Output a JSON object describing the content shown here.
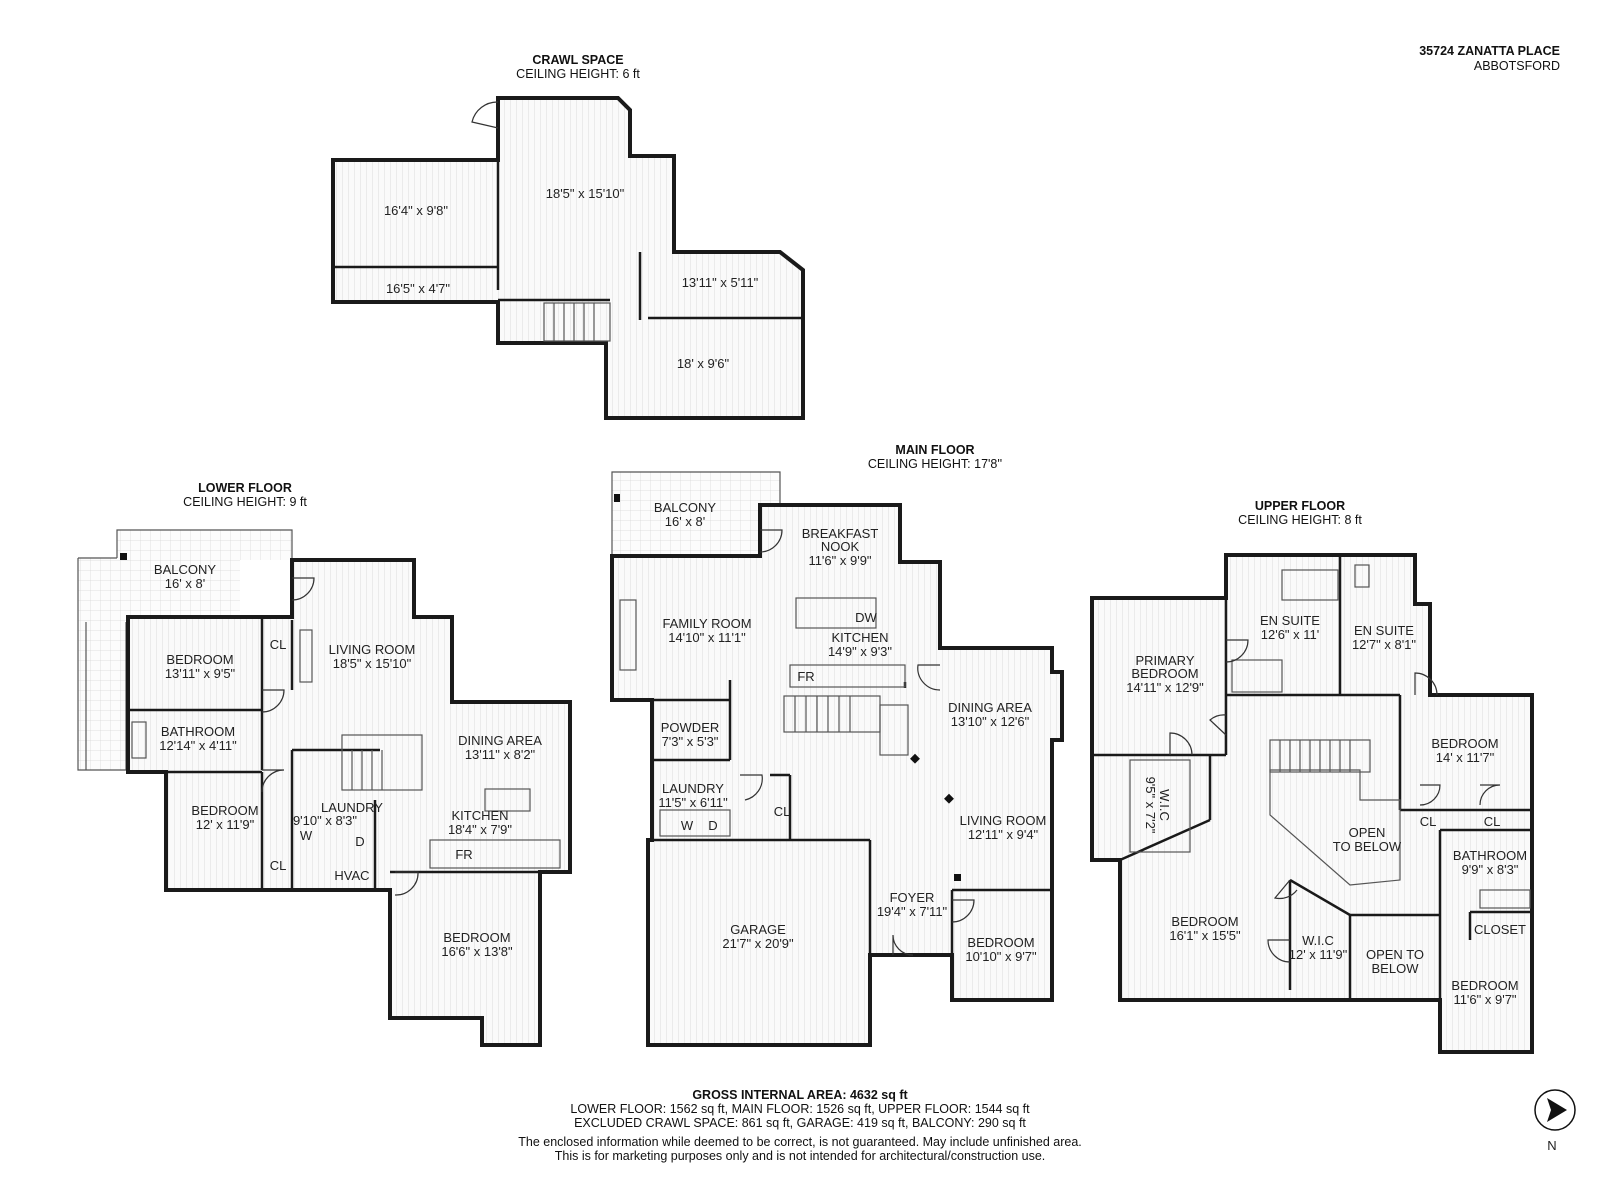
{
  "address": {
    "line1": "35724 ZANATTA PLACE",
    "line2": "ABBOTSFORD"
  },
  "crawl": {
    "title": "CRAWL SPACE",
    "ceiling": "CEILING HEIGHT: 6 ft",
    "rooms": [
      "16'4\" x 9'8\"",
      "18'5\" x 15'10\"",
      "16'5\" x 4'7\"",
      "13'11\" x 5'11\"",
      "18' x 9'6\""
    ]
  },
  "lower": {
    "title": "LOWER FLOOR",
    "ceiling": "CEILING HEIGHT: 9 ft",
    "balcony": {
      "name": "BALCONY",
      "dim": "16' x 8'"
    },
    "bedroom1": {
      "name": "BEDROOM",
      "dim": "13'11\" x 9'5\""
    },
    "living": {
      "name": "LIVING ROOM",
      "dim": "18'5\" x 15'10\""
    },
    "bathroom": {
      "name": "BATHROOM",
      "dim": "12'14\" x 4'11\""
    },
    "dining": {
      "name": "DINING AREA",
      "dim": "13'11\" x 8'2\""
    },
    "bedroom2": {
      "name": "BEDROOM",
      "dim": "12' x 11'9\""
    },
    "laundry": {
      "name": "LAUNDRY",
      "dim": "9'10\" x 8'3\""
    },
    "kitchen": {
      "name": "KITCHEN",
      "dim": "18'4\" x 7'9\""
    },
    "bedroom3": {
      "name": "BEDROOM",
      "dim": "16'6\" x 13'8\""
    },
    "cl": "CL",
    "w": "W",
    "d": "D",
    "fr": "FR",
    "hvac": "HVAC"
  },
  "main": {
    "title": "MAIN FLOOR",
    "ceiling": "CEILING HEIGHT: 17'8''",
    "balcony": {
      "name": "BALCONY",
      "dim": "16' x 8'"
    },
    "nook": {
      "name1": "BREAKFAST",
      "name2": "NOOK",
      "dim": "11'6\" x 9'9\""
    },
    "family": {
      "name": "FAMILY ROOM",
      "dim": "14'10\" x 11'1\""
    },
    "kitchen": {
      "name": "KITCHEN",
      "dim": "14'9\" x 9'3\""
    },
    "dining": {
      "name": "DINING AREA",
      "dim": "13'10\" x 12'6\""
    },
    "powder": {
      "name": "POWDER",
      "dim": "7'3\" x 5'3\""
    },
    "laundry": {
      "name": "LAUNDRY",
      "dim": "11'5\" x 6'11\""
    },
    "living": {
      "name": "LIVING ROOM",
      "dim": "12'11\" x 9'4\""
    },
    "garage": {
      "name": "GARAGE",
      "dim": "21'7\" x 20'9\""
    },
    "foyer": {
      "name": "FOYER",
      "dim": "19'4\" x 7'11\""
    },
    "bedroom": {
      "name": "BEDROOM",
      "dim": "10'10\" x 9'7\""
    },
    "dw": "DW",
    "fr": "FR",
    "cl": "CL",
    "w": "W",
    "d": "D"
  },
  "upper": {
    "title": "UPPER FLOOR",
    "ceiling": "CEILING HEIGHT: 8 ft",
    "primary": {
      "name1": "PRIMARY",
      "name2": "BEDROOM",
      "dim": "14'11\" x 12'9\""
    },
    "ensuite1": {
      "name": "EN SUITE",
      "dim": "12'6\" x 11'"
    },
    "ensuite2": {
      "name": "EN SUITE",
      "dim": "12'7\" x 8'1\""
    },
    "wic1": {
      "name": "W.I.C",
      "dim": "9'5\" x 7'2\""
    },
    "bedroom1": {
      "name": "BEDROOM",
      "dim": "14' x 11'7\""
    },
    "open1": {
      "name1": "OPEN",
      "name2": "TO BELOW"
    },
    "bathroom": {
      "name": "BATHROOM",
      "dim": "9'9\" x 8'3\""
    },
    "bedroom2": {
      "name": "BEDROOM",
      "dim": "16'1\" x 15'5\""
    },
    "wic2": {
      "name": "W.I.C",
      "dim": "12' x 11'9\""
    },
    "open2": {
      "name1": "OPEN TO",
      "name2": "BELOW"
    },
    "closet": "CLOSET",
    "bedroom3": {
      "name": "BEDROOM",
      "dim": "11'6\" x 9'7\""
    },
    "cl": "CL"
  },
  "footer": {
    "gross": "GROSS INTERNAL AREA: 4632 sq ft",
    "line1": "LOWER FLOOR: 1562 sq ft, MAIN FLOOR: 1526 sq ft, UPPER FLOOR: 1544 sq ft",
    "line2": "EXCLUDED CRAWL SPACE: 861 sq ft, GARAGE: 419 sq ft, BALCONY: 290 sq ft",
    "disclaimer1": "The enclosed information while deemed to be correct, is not guaranteed. May include unfinished area.",
    "disclaimer2": "This is for marketing purposes only and is not intended for architectural/construction use."
  },
  "compass": {
    "label": "N"
  }
}
